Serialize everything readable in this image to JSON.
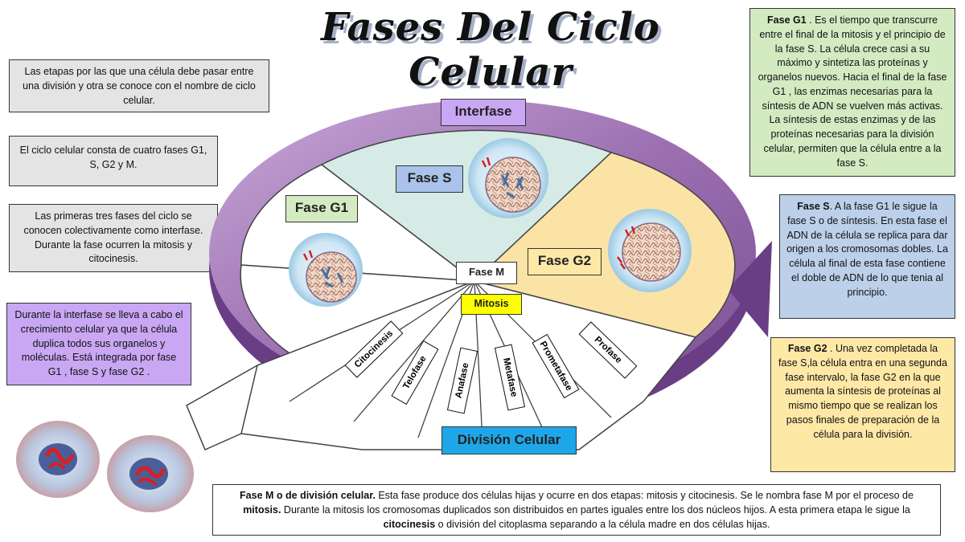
{
  "title": "Fases Del Ciclo Celular",
  "left_notes": {
    "note1": "Las etapas por las que una célula debe pasar entre una división y otra se conoce con el nombre de ciclo celular.",
    "note2": "El ciclo celular consta de cuatro fases G1, S, G2 y M.",
    "note3": "Las primeras tres fases del ciclo se conocen colectivamente como interfase. Durante la fase ocurren la mitosis y citocinesis.",
    "note4": "Durante la interfase se lleva a cabo el crecimiento celular ya que la célula duplica todos sus organelos y moléculas. Está integrada por fase G1 , fase S y fase G2 ."
  },
  "right_notes": {
    "g1": {
      "term": "Fase G1",
      "text": " . Es el tiempo que transcurre entre el final de la mitosis y el principio de la fase S. La célula crece casi a su máximo y sintetiza las proteínas y organelos nuevos. Hacia el final de la fase G1 , las enzimas necesarias para la síntesis de ADN se vuelven más activas. La síntesis de estas enzimas y de las proteínas necesarias para la división celular, permiten que la célula entre a la fase S."
    },
    "s": {
      "term": "Fase S",
      "text": ". A la fase G1 le sigue la fase S o de síntesis. En esta fase el ADN de la célula se replica para dar origen a los cromosomas dobles. La célula al final de esta fase contiene el doble de ADN de lo que tenia al principio."
    },
    "g2": {
      "term": "Fase G2",
      "text": " . Una vez completada la fase S,la célula entra en una segunda fase intervalo, la fase G2 en la que aumenta la síntesis de proteínas al mismo tiempo que se realizan los pasos finales de preparación de la célula para la división."
    }
  },
  "bottom_note": {
    "lead": "Fase M o de división celular.",
    "part1": " Esta fase produce dos células hijas y ocurre en dos etapas: mitosis y citocinesis. Se le nombra fase M por el proceso de ",
    "mitosis": "mitosis.",
    "part2": " Durante la mitosis los cromosomas duplicados son distribuidos en partes iguales entre los dos núcleos hijos. A esta primera etapa le sigue la ",
    "citocinesis": "citocinesis",
    "part3": " o división del citoplasma separando a la célula madre en dos células hijas."
  },
  "diagram": {
    "interfase": "Interfase",
    "fase_s": "Fase S",
    "fase_g1": "Fase G1",
    "fase_g2": "Fase G2",
    "fase_m": "Fase M",
    "mitosis": "Mitosis",
    "division": "División Celular",
    "phases": [
      "Citocinesis",
      "Telofase",
      "Anafase",
      "Metafase",
      "Prometafase",
      "Profase"
    ]
  },
  "colors": {
    "ring": "#9b6fb0",
    "interfase_label": "#c9a7f3",
    "fase_s_label": "#a9c3ea",
    "fase_g1_label": "#d4ebc2",
    "fase_g2_label": "#fde8a6",
    "mitosis_label": "#ffff00",
    "division_label": "#1ea7e8"
  }
}
